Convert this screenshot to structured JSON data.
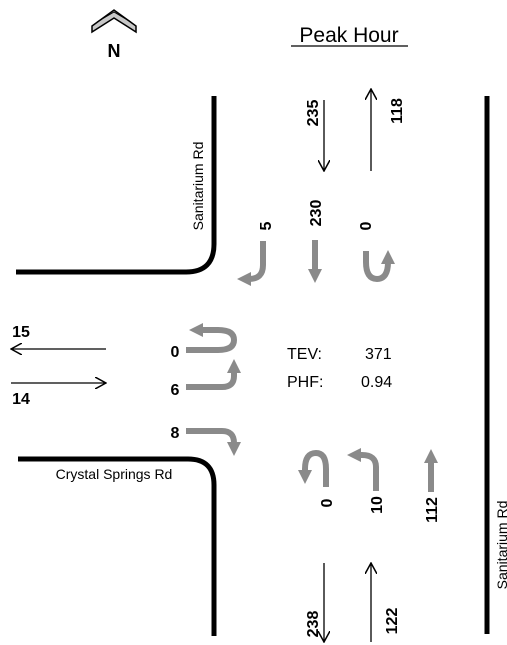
{
  "title": "Peak Hour",
  "north_label": "N",
  "streets": {
    "west_of_north_leg": "Sanitarium Rd",
    "east_side": "Sanitarium Rd",
    "west_leg": "Crystal Springs Rd"
  },
  "summary": {
    "tev_label": "TEV:",
    "tev_value": "371",
    "phf_label": "PHF:",
    "phf_value": "0.94"
  },
  "approach_volumes": {
    "north_in": "235",
    "north_out": "118",
    "west_out": "15",
    "west_in": "14",
    "south_out": "238",
    "south_in": "122"
  },
  "movements": {
    "southbound": {
      "left": "5",
      "through": "230",
      "uturn": "0"
    },
    "eastbound": {
      "uturn": "0",
      "left": "6",
      "right": "8"
    },
    "northbound": {
      "uturn": "0",
      "left": "10",
      "through": "112"
    }
  },
  "colors": {
    "movement_arrow": "#8a8a8a",
    "curb": "#000000",
    "north_arrow_fill": "#c8c8c8"
  }
}
